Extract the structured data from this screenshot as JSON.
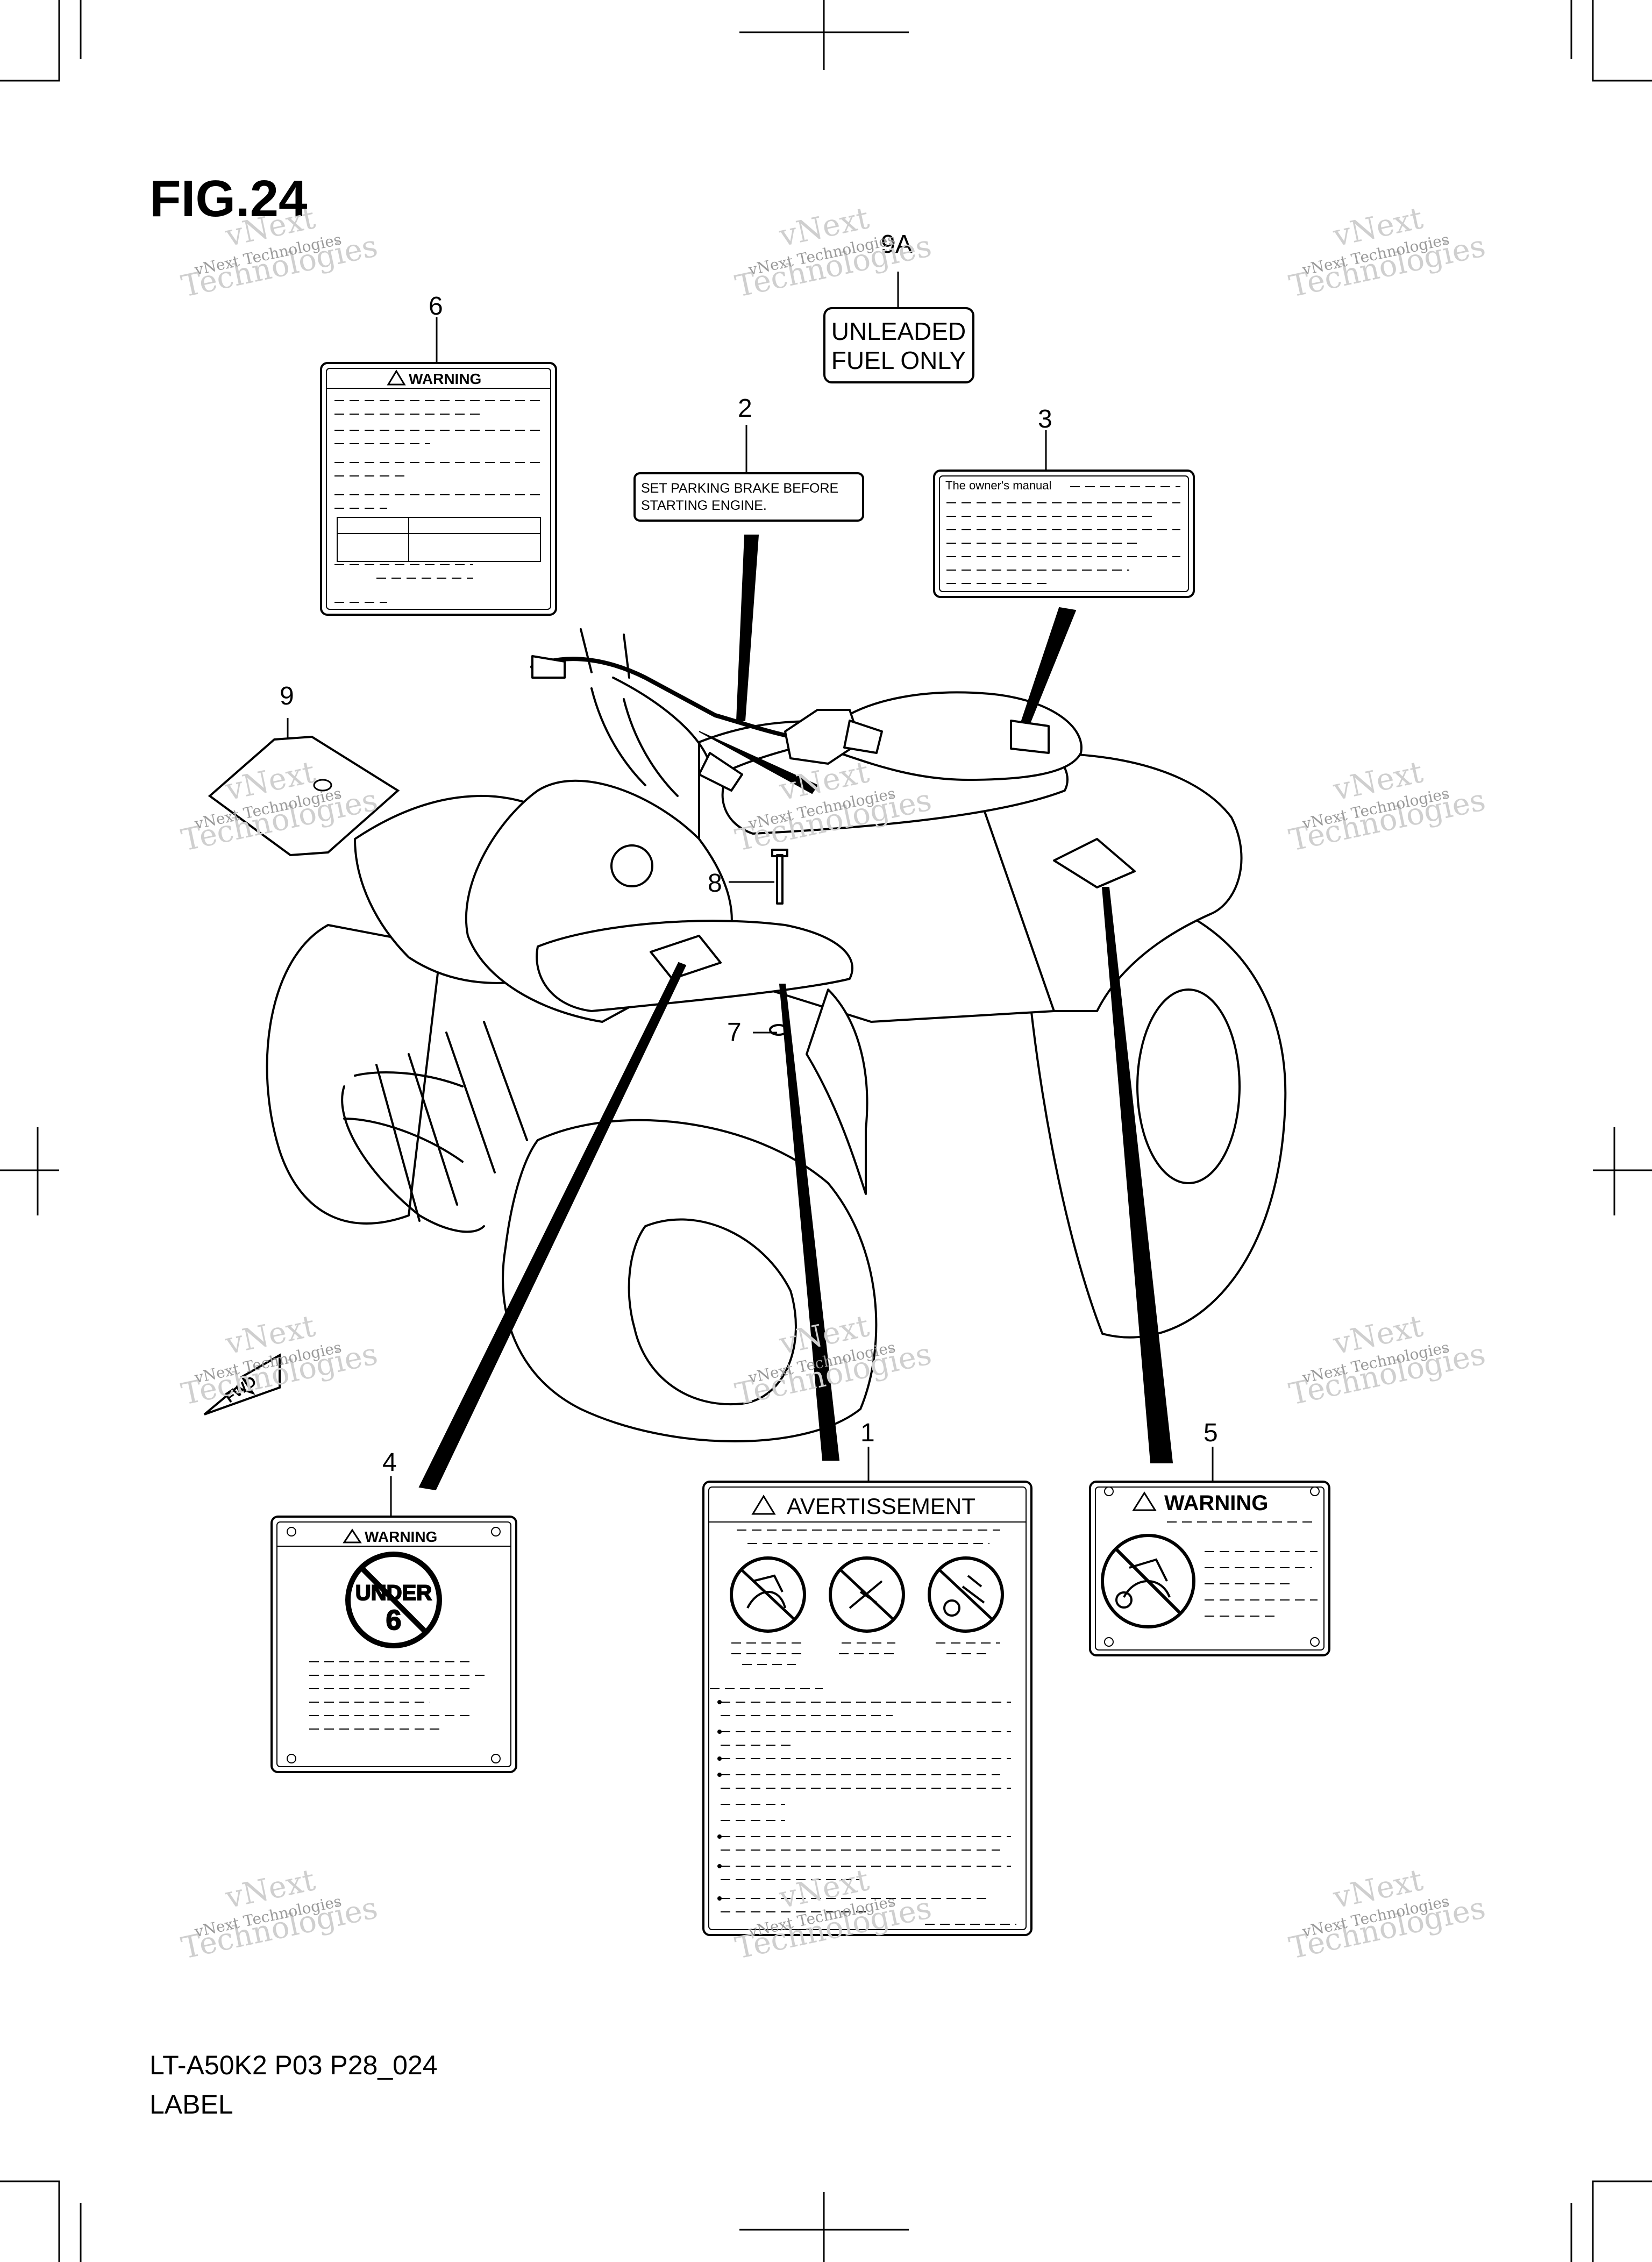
{
  "figure_title": "FIG.24",
  "footer": {
    "code": "LT-A50K2 P03 P28_024",
    "name": "LABEL"
  },
  "callouts": {
    "c1": "1",
    "c2": "2",
    "c3": "3",
    "c4": "4",
    "c5": "5",
    "c6": "6",
    "c7": "7",
    "c8": "8",
    "c9": "9",
    "c9a": "9A"
  },
  "labels": {
    "fuel": {
      "line1": "UNLEADED",
      "line2": "FUEL ONLY"
    },
    "parking": {
      "line1": "SET PARKING BRAKE BEFORE",
      "line2": "STARTING ENGINE."
    },
    "manual": {
      "text": "The owner's manual"
    },
    "warning6": {
      "header": "WARNING"
    },
    "warning4": {
      "header": "WARNING",
      "circle_top": "UNDER",
      "circle_num": "6"
    },
    "warning5": {
      "header": "WARNING"
    },
    "avertissement": {
      "header": "AVERTISSEMENT"
    }
  },
  "fwd_arrow": "FWD",
  "watermark": {
    "line1": "vNext Technologies",
    "line2": "vNext",
    "line3": "Technologies"
  }
}
